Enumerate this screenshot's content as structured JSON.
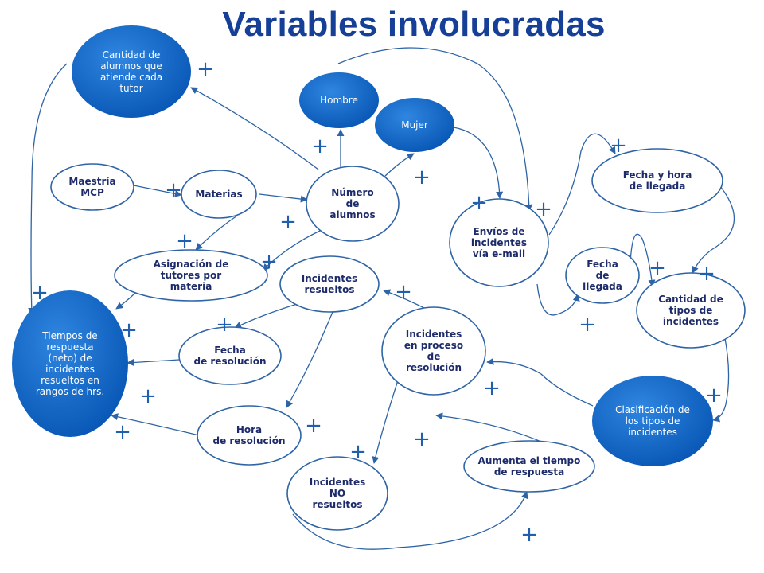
{
  "title": "Variables involucradas",
  "nodes": {
    "cantidad_alumnos_tutor": "Cantidad de alumnos que atiende cada tutor",
    "hombre": "Hombre",
    "mujer": "Mujer",
    "maestria_mcp": "Maestría MCP",
    "materias": "Materias",
    "numero_alumnos": "Número de alumnos",
    "fecha_hora_llegada": "Fecha y hora de llegada",
    "envios_incidentes": "Envíos de incidentes vía e-mail",
    "fecha_llegada": "Fecha de llegada",
    "cantidad_tipos_incidentes": "Cantidad de tipos de incidentes",
    "asignacion_tutores": "Asignación de tutores por materia",
    "incidentes_resueltos": "Incidentes resueltos",
    "tiempos_respuesta": "Tiempos de respuesta (neto) de incidentes resueltos en rangos de hrs.",
    "fecha_resolucion": "Fecha de resolución",
    "incidentes_proceso": "Incidentes en proceso de resolución",
    "clasificacion_tipos": "Clasificación de los tipos de incidentes",
    "hora_resolucion": "Hora de resolución",
    "aumenta_tiempo": "Aumenta el tiempo de respuesta",
    "incidentes_no_resueltos": "Incidentes NO resueltos"
  },
  "plus_sign": "+",
  "colors": {
    "title": "#163f97",
    "node_fill_dark": "#0b63c7",
    "edge": "#2e64a6",
    "plus": "#1f5fae"
  }
}
